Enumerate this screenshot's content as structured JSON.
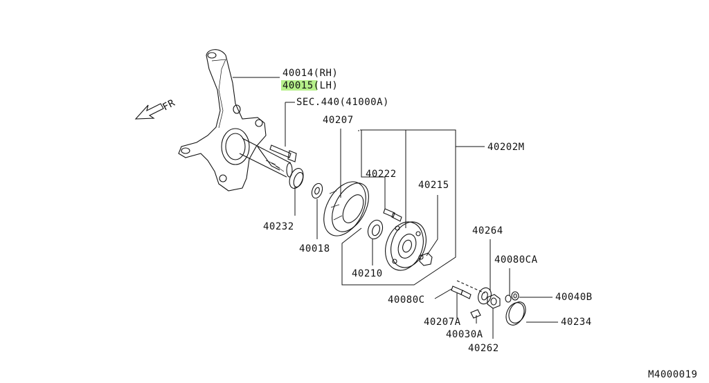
{
  "direction_label": "FR",
  "labels": {
    "p40014": "40014(RH)",
    "p40015": "40015(LH)",
    "sec440": "SEC.440(41000A)",
    "p40207": "40207",
    "p40202m": "40202M",
    "p40222": "40222",
    "p40215": "40215",
    "p40232": "40232",
    "p40018": "40018",
    "p40210": "40210",
    "p40264": "40264",
    "p40080ca": "40080CA",
    "p40040b": "40040B",
    "p40080c": "40080C",
    "p40207a": "40207A",
    "p40030a": "40030A",
    "p40234": "40234",
    "p40262": "40262"
  },
  "highlight_color": "#b6f08a",
  "diagram_code": "M4000019"
}
